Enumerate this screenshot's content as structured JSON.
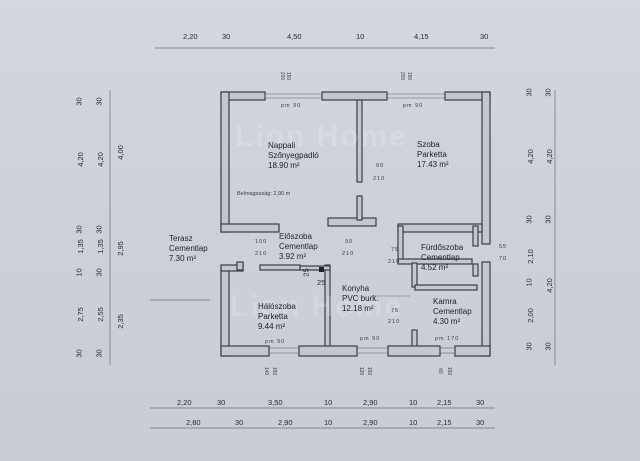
{
  "plan": {
    "watermark": "Lion Home",
    "rooms": [
      {
        "name": "Nappali",
        "floor": "Szőnyegpadló",
        "area": "18.90 m²"
      },
      {
        "name": "Szoba",
        "floor": "Parketta",
        "area": "17.43 m²"
      },
      {
        "name": "Terasz",
        "floor": "Cementlap",
        "area": "7.30 m²"
      },
      {
        "name": "Előszoba",
        "floor": "Cementlap",
        "area": "3.92 m²"
      },
      {
        "name": "Fürdőszoba",
        "floor": "Cementlap",
        "area": "4.52 m²"
      },
      {
        "name": "Hálószoba",
        "floor": "Parketta",
        "area": "9.44 m²"
      },
      {
        "name": "Konyha",
        "floor": "PVC burk.",
        "area": "12.18 m²"
      },
      {
        "name": "Kamra",
        "floor": "Cementlap",
        "area": "4.30 m²"
      }
    ],
    "ceiling_height": "Belmagasság: 2,90 m",
    "top_dims": [
      "2,20",
      "30",
      "4,50",
      "10",
      "4,15",
      "30"
    ],
    "bottom_dims_row1": [
      "2,20",
      "30",
      "3,50",
      "10",
      "2,90",
      "10",
      "2,15",
      "30"
    ],
    "bottom_dims_row2": [
      "2,80",
      "30",
      "2,90",
      "10",
      "2,90",
      "10",
      "2,15",
      "30"
    ],
    "left_dims_col1": [
      "30",
      "4,20",
      "30",
      "1,35",
      "10",
      "2,75",
      "30"
    ],
    "left_dims_col2": [
      "30",
      "4,20",
      "30",
      "1,35",
      "30",
      "2,55",
      "30"
    ],
    "left_dims_col3": [
      "4,00",
      "2,95",
      "2,35"
    ],
    "right_dims_col1": [
      "30",
      "4,20",
      "30",
      "2,10",
      "10",
      "2,00",
      "30"
    ],
    "right_dims_col2": [
      "30",
      "4,20",
      "30",
      "4,20",
      "30"
    ],
    "window_labels": {
      "top_left": [
        "200",
        "150"
      ],
      "top_right": [
        "200",
        "150"
      ],
      "bottom_left": [
        "140",
        "150"
      ],
      "bottom_mid": [
        "120",
        "150"
      ],
      "bottom_right": [
        "60",
        "150"
      ]
    },
    "parapet_labels": [
      "pm 90",
      "pm 90",
      "pm 90",
      "pm 90",
      "pm 170"
    ],
    "door_labels": [
      {
        "w": "90",
        "h": "210"
      },
      {
        "w": "100",
        "h": "210"
      },
      {
        "w": "90",
        "h": "210"
      },
      {
        "w": "75",
        "h": "210"
      },
      {
        "w": "75",
        "h": "210"
      },
      {
        "w": "55",
        "h": "70"
      }
    ],
    "small_dims": [
      "25",
      "25"
    ]
  }
}
